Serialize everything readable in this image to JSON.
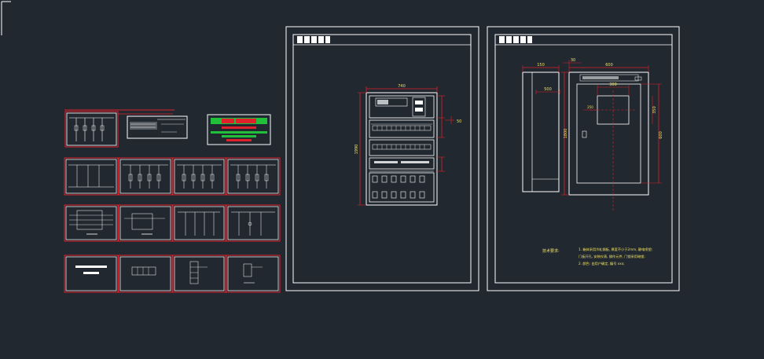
{
  "colors": {
    "background": "#212830",
    "line": "#ffffff",
    "accent_red": "#e0202a",
    "accent_green": "#22c03a",
    "text_yellow": "#f0e060"
  },
  "cabinet_panel": {
    "dim_width": "740",
    "dim_height": "1990",
    "dim_side": "50"
  },
  "enclosure_panel": {
    "dim_top_left": "150",
    "dim_top_mid": "30",
    "dim_top_right": "600",
    "dim_inner_left": "500",
    "dim_window": "300",
    "dim_right": "600",
    "dim_height": "1800",
    "dim_window_height": "350",
    "dim_gap": "250",
    "notes_title": "技术要求:",
    "notes": [
      "1. 箱体采用冷轧钢板, 厚度不小于2mm, 静电喷塑;",
      "   门板开孔, 安装仪表, 操作元件, 门锁采用暗锁;",
      "2. 颜色: 由用户确定, 编号 xxx;"
    ]
  }
}
